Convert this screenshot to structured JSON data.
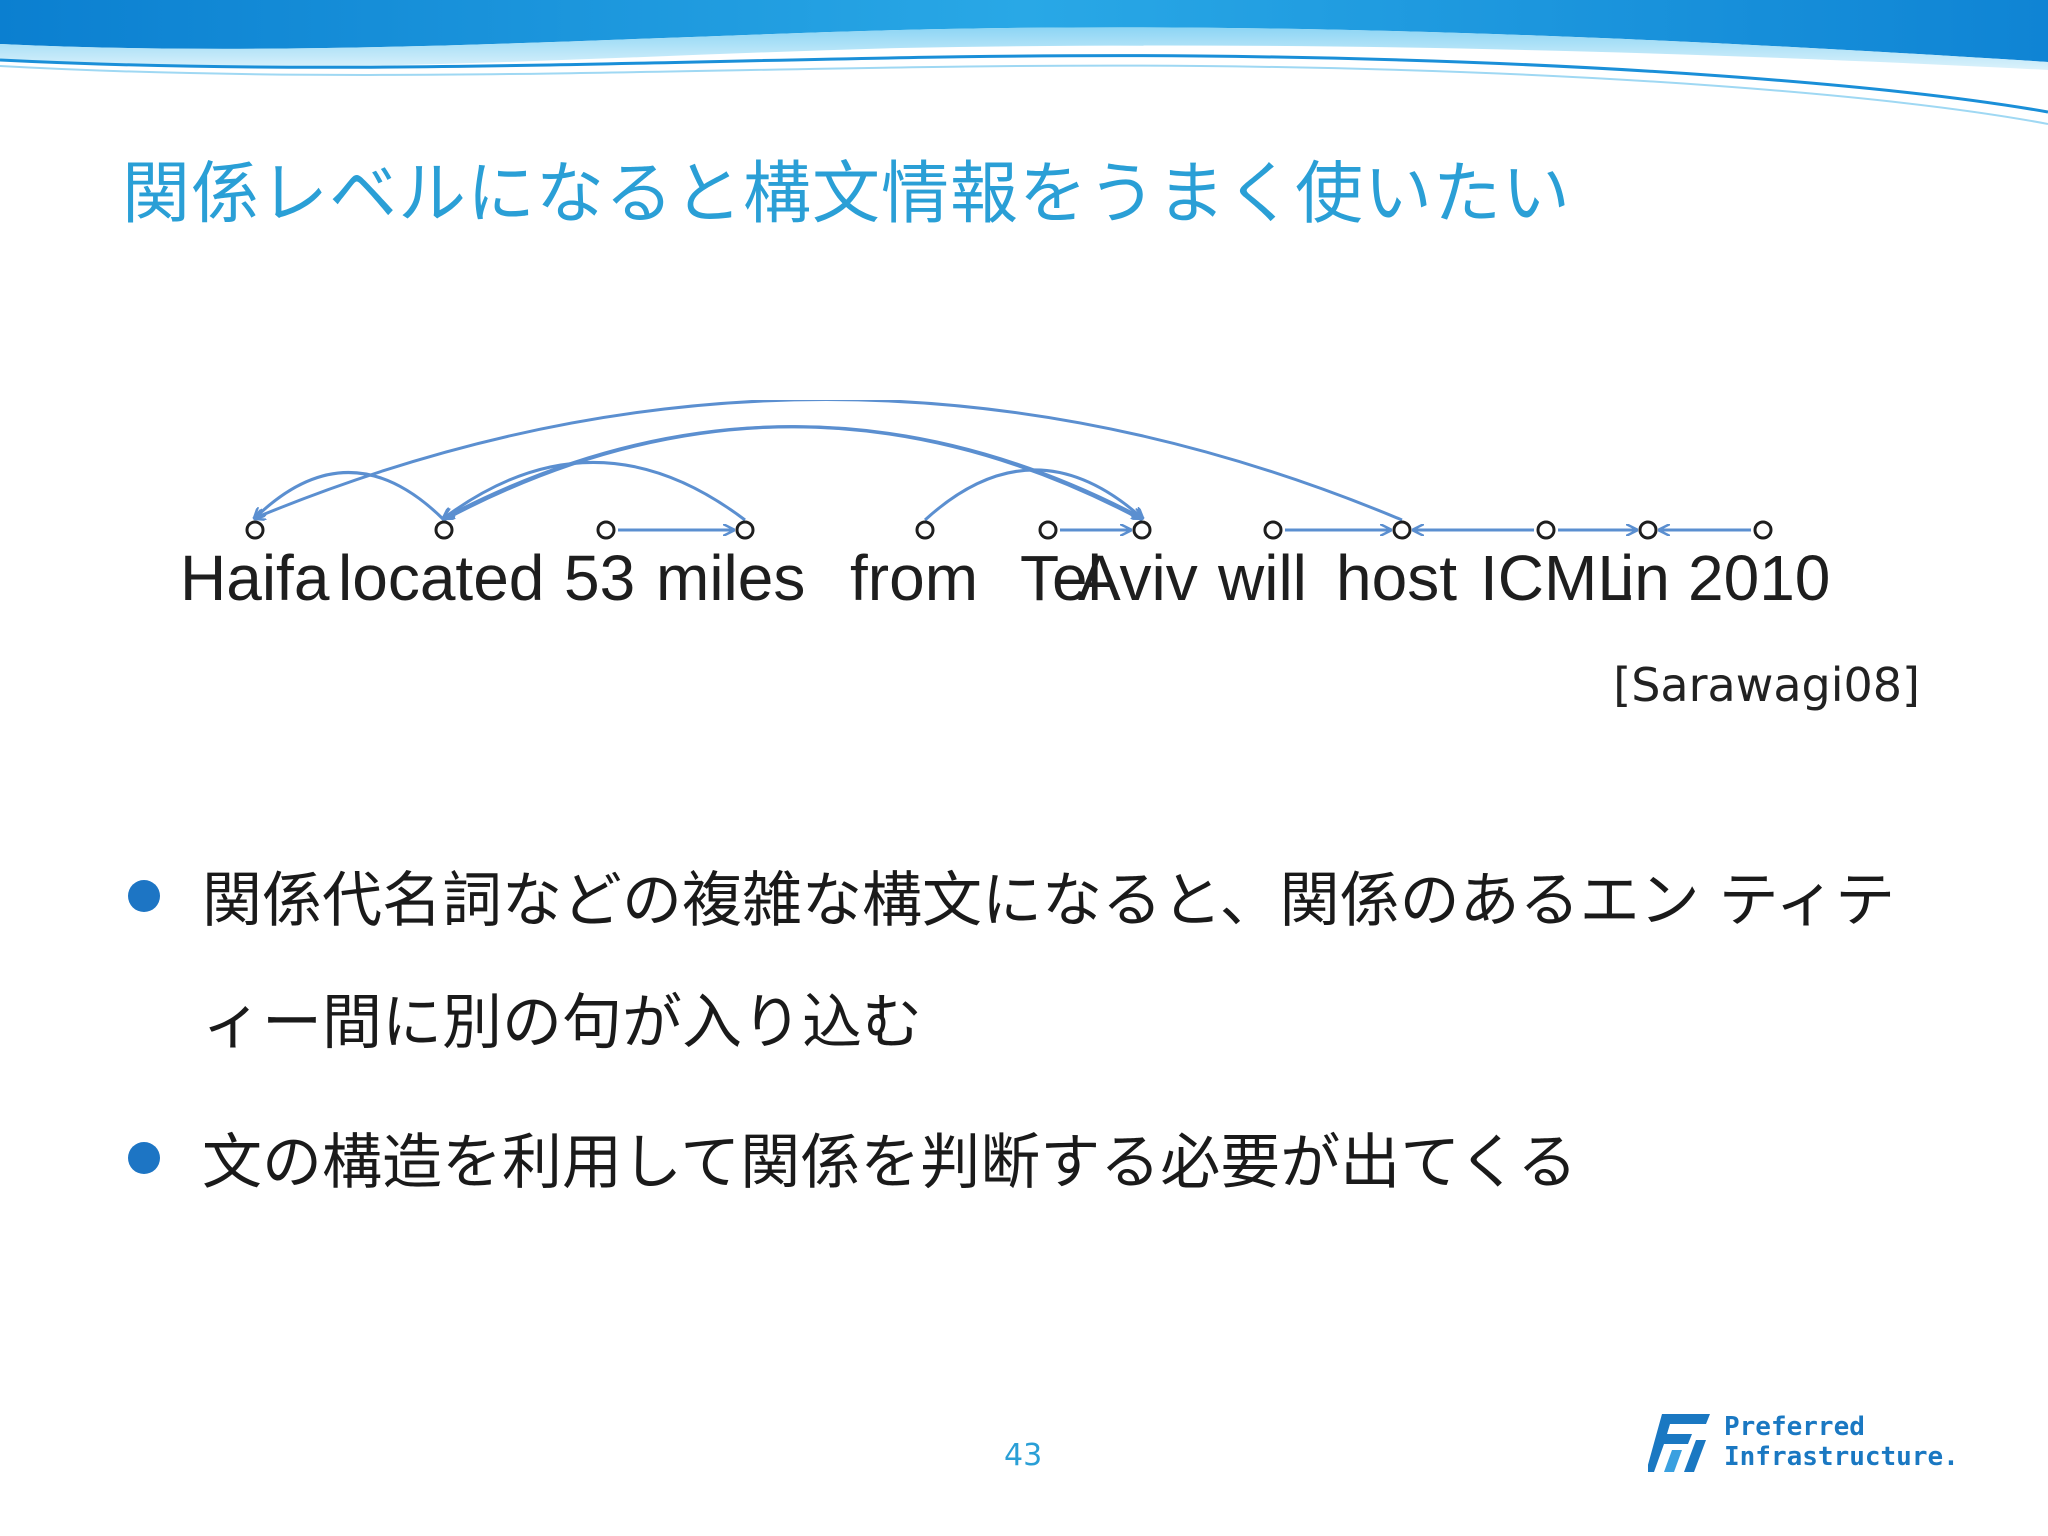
{
  "slide": {
    "title": "関係レベルになると構文情報をうまく使いたい",
    "citation": "[Sarawagi08]",
    "bullets": [
      {
        "text": "関係代名詞などの複雑な構文になると、関係のあるエン ティティー間に別の句が入り込む"
      },
      {
        "text": "文の構造を利用して関係を判断する必要が出てくる"
      }
    ],
    "page_number": "43",
    "logo": {
      "line1": "Preferred",
      "line2": "Infrastructure."
    }
  },
  "diagram": {
    "words": [
      "Haifa",
      "located",
      "53",
      "miles",
      "from",
      "Tel",
      "Aviv",
      "will",
      "host",
      "ICML",
      "in",
      "2010"
    ],
    "edges": [
      {
        "from": "located",
        "to": "Haifa",
        "kind": "above"
      },
      {
        "from": "host",
        "to": "Haifa",
        "kind": "above"
      },
      {
        "from": "miles",
        "to": "located",
        "kind": "above"
      },
      {
        "from": "Aviv",
        "to": "located",
        "kind": "above"
      },
      {
        "from": "located",
        "to": "Aviv",
        "kind": "above"
      },
      {
        "from": "53",
        "to": "miles",
        "kind": "straight"
      },
      {
        "from": "Tel",
        "to": "Aviv",
        "kind": "straight"
      },
      {
        "from": "from",
        "to": "Aviv",
        "kind": "above"
      },
      {
        "from": "will",
        "to": "host",
        "kind": "straight"
      },
      {
        "from": "ICML",
        "to": "host",
        "kind": "straight"
      },
      {
        "from": "ICML",
        "to": "in",
        "kind": "straight"
      },
      {
        "from": "2010",
        "to": "in",
        "kind": "straight"
      }
    ],
    "color": "#5b8fd0"
  }
}
